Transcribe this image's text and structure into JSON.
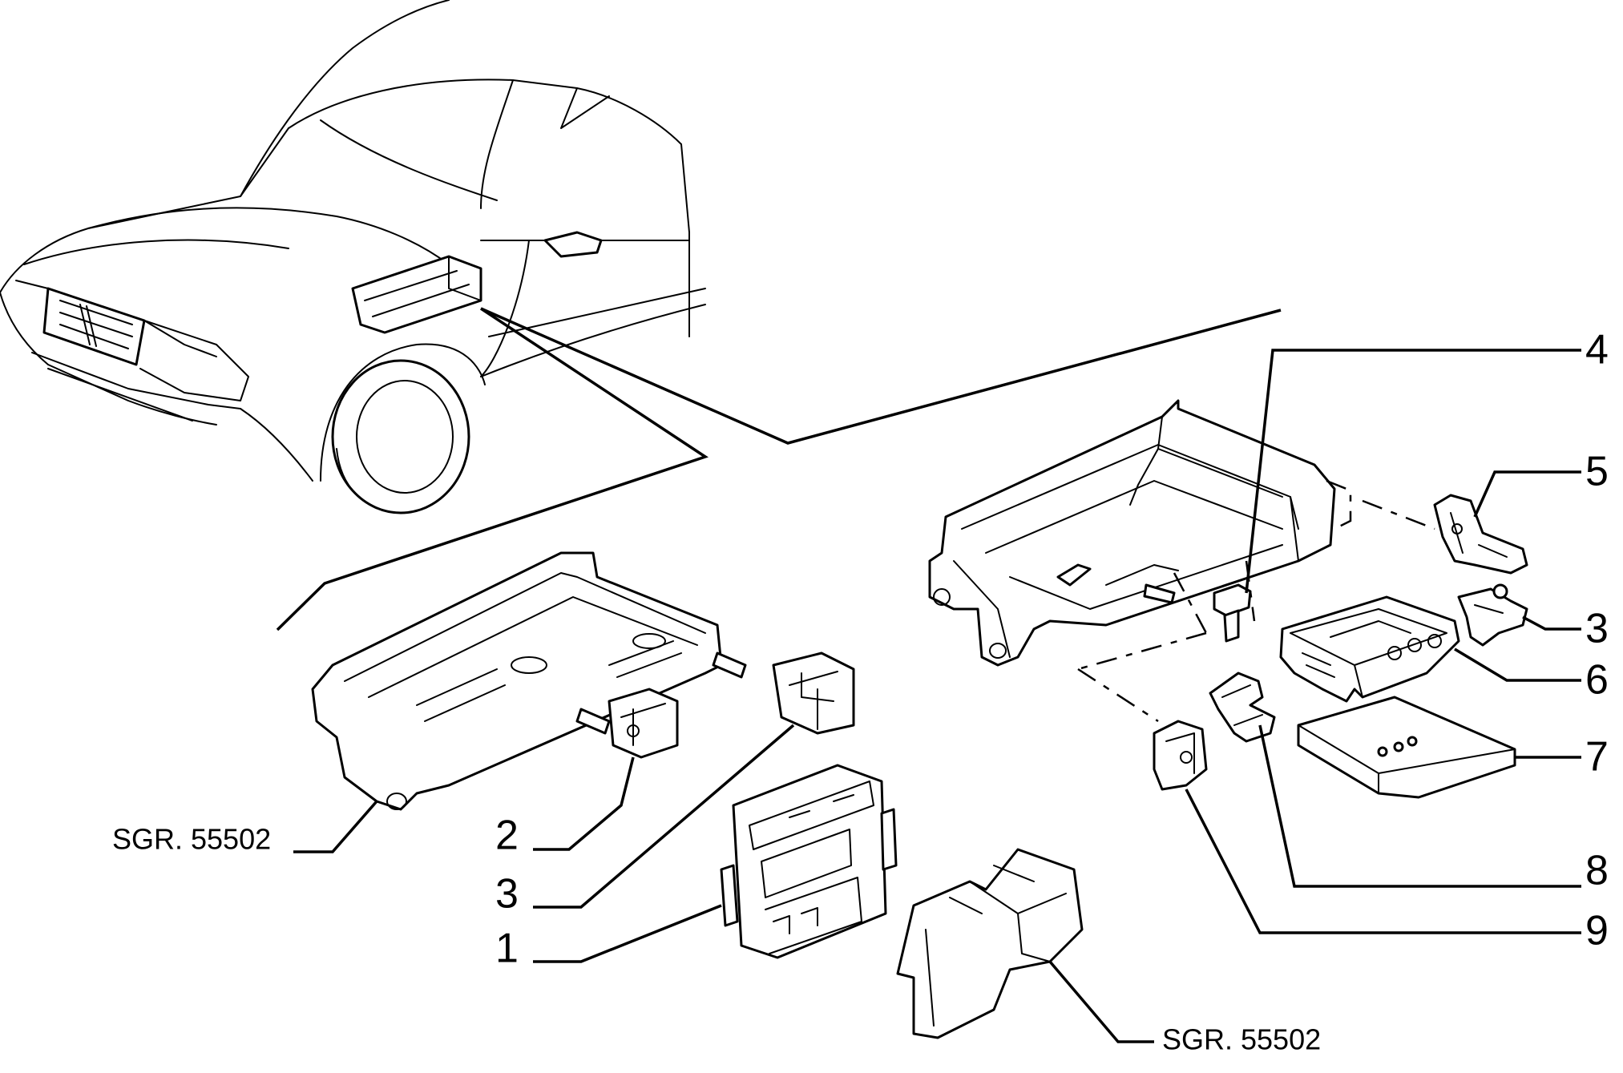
{
  "callouts": {
    "c4": "4",
    "c5": "5",
    "c3_right": "3",
    "c6": "6",
    "c7": "7",
    "c8": "8",
    "c9": "9",
    "c2": "2",
    "c3_left": "3",
    "c1": "1"
  },
  "references": {
    "sgr_left": "SGR. 55502",
    "sgr_bottom": "SGR. 55502"
  }
}
